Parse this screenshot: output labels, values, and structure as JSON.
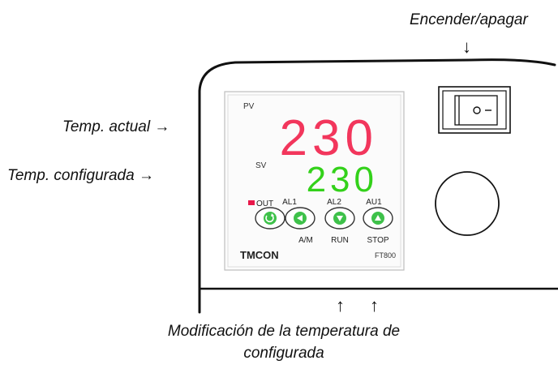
{
  "annotations": {
    "power": "Encender/apagar",
    "current_temp": "Temp. actual",
    "set_temp": "Temp. configurada",
    "modify_line1": "Modificación de la temperatura de",
    "modify_line2": "configurada"
  },
  "arrows": {
    "down": "↓",
    "right": "→",
    "up": "↑"
  },
  "controller": {
    "pv_label": "PV",
    "pv_value": "230",
    "sv_label": "SV",
    "sv_value": "230",
    "out_label": "OUT",
    "al1_label": "AL1",
    "al2_label": "AL2",
    "au1_label": "AU1",
    "am_label": "A/M",
    "run_label": "RUN",
    "stop_label": "STOP",
    "brand": "TMCON",
    "model": "FT800"
  },
  "colors": {
    "pv_digits": "#f2365c",
    "sv_digits": "#33d11a",
    "button_green": "#3ec14a",
    "out_led": "#e8184a"
  },
  "icons": {
    "out_button": "refresh-icon",
    "al1_button": "arrow-left-icon",
    "al2_button": "arrow-down-icon",
    "au1_button": "arrow-up-icon",
    "power_switch": "rocker-switch-icon",
    "knob": "round-knob-icon"
  }
}
